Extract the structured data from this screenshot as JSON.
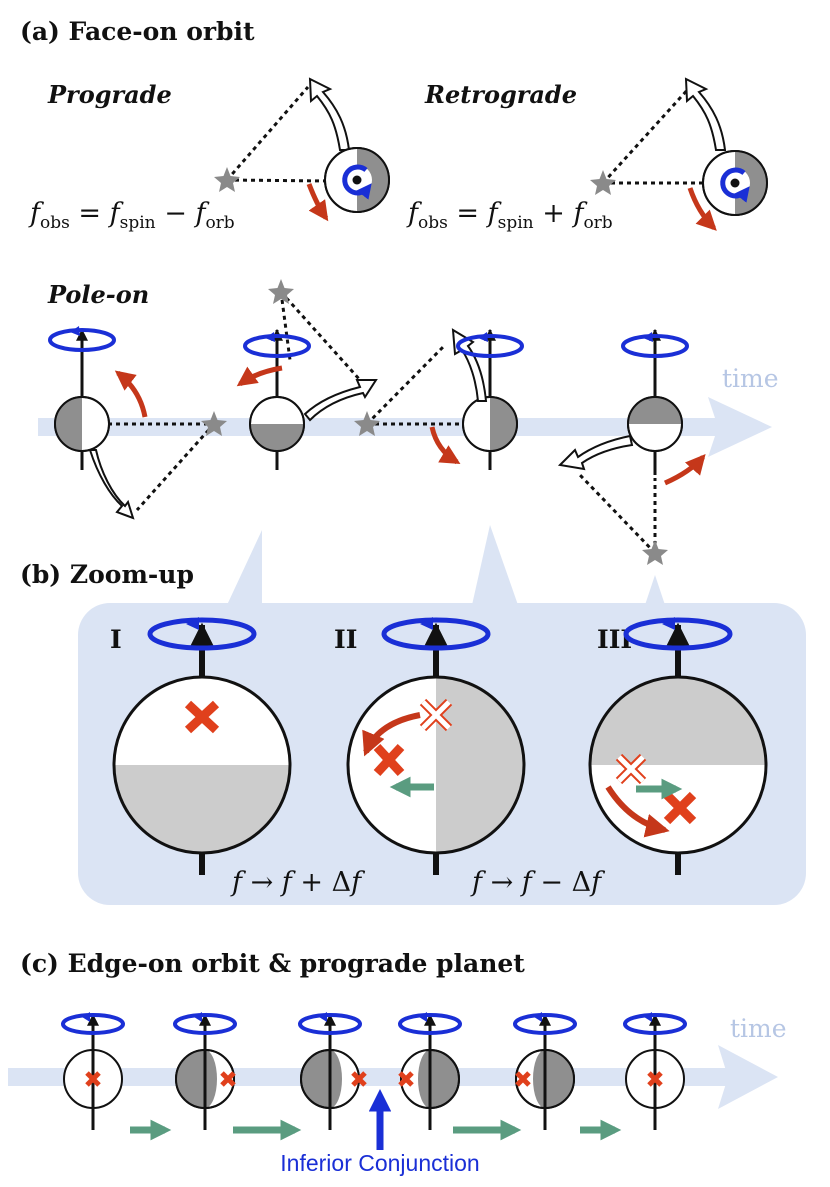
{
  "colors": {
    "timeline": "#dbe4f4",
    "zoom_panel": "#dbe4f4",
    "dark_side": "#8f8f8f",
    "light_gray": "#cccccc",
    "spin_blue": "#1a2fd6",
    "orbit_red": "#c5371a",
    "spot_red": "#e0401c",
    "drift_green": "#5a9c80",
    "star_gray": "#8a8a8a",
    "conjunction_blue": "#1a2fd6"
  },
  "panel_a": {
    "heading": "(a) Face-on orbit",
    "prograde": {
      "label": "Prograde",
      "eq_f": "f",
      "eq_obs": "obs",
      "eq_eq": " = ",
      "eq_f2": "f",
      "eq_spin": "spin",
      "eq_op": " − ",
      "eq_f3": "f",
      "eq_orb": "orb"
    },
    "retrograde": {
      "label": "Retrograde",
      "eq_f": "f",
      "eq_obs": "obs",
      "eq_eq": " = ",
      "eq_f2": "f",
      "eq_spin": "spin",
      "eq_op": " + ",
      "eq_f3": "f",
      "eq_orb": "orb"
    },
    "pole_on_label": "Pole-on",
    "time_label": "time"
  },
  "panel_b": {
    "heading": "(b) Zoom-up",
    "label_1": "I",
    "label_2": "II",
    "label_3": "III",
    "formula_left": {
      "f1": "f",
      "arrow": " → ",
      "f2": "f",
      "op": " + ",
      "delta": "Δ",
      "f3": "f"
    },
    "formula_right": {
      "f1": "f",
      "arrow": " → ",
      "f2": "f",
      "op": " − ",
      "delta": "Δ",
      "f3": "f"
    }
  },
  "panel_c": {
    "heading": "(c) Edge-on orbit & prograde planet",
    "time_label": "time",
    "conjunction_label": "Inferior Conjunction"
  }
}
